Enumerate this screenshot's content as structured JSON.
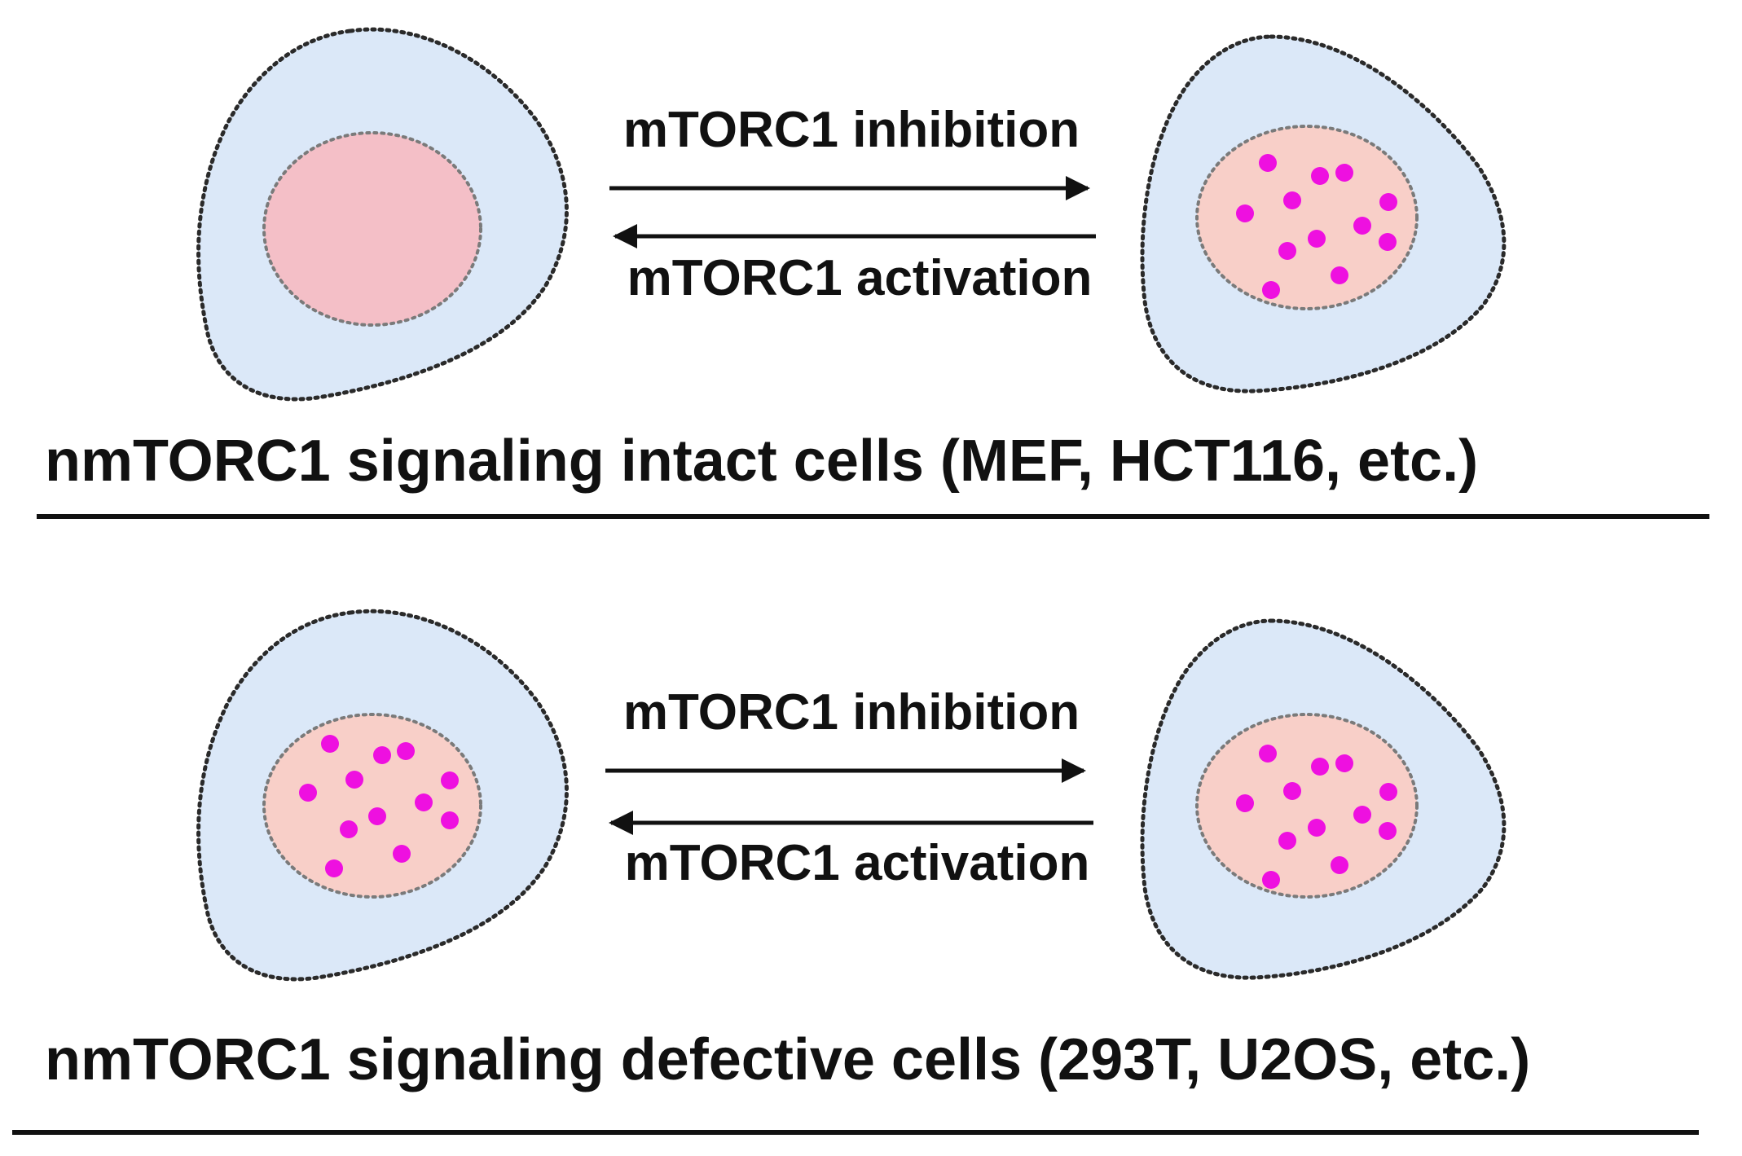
{
  "colors": {
    "cytoplasm": "#dbe8f8",
    "nucleus_plain": "#f4bfc7",
    "nucleus_puncta": "#f8cfc8",
    "puncta": "#ee10e0",
    "ink": "#111111"
  },
  "panels": [
    {
      "id": "intact",
      "caption": "nmTORC1 signaling intact  cells (MEF, HCT116, etc.)",
      "forward_label": "mTORC1 inhibition",
      "reverse_label": "mTORC1 activation",
      "left_cell_puncta": false,
      "right_cell_puncta": true
    },
    {
      "id": "defective",
      "caption": "nmTORC1 signaling defective cells (293T, U2OS, etc.)",
      "forward_label": "mTORC1 inhibition",
      "reverse_label": "mTORC1 activation",
      "left_cell_puncta": true,
      "right_cell_puncta": true
    }
  ]
}
